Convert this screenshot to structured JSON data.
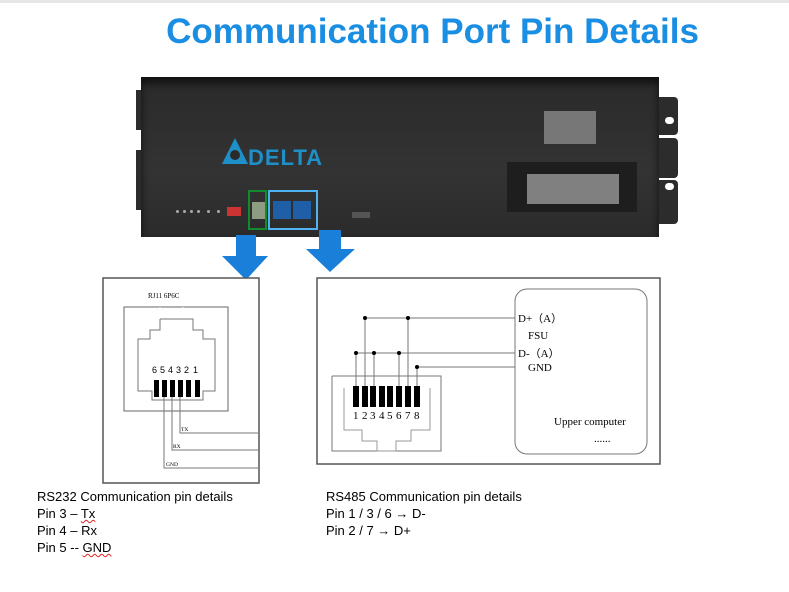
{
  "title": "Communication Port Pin Details",
  "device": {
    "brand": "DELTA"
  },
  "colors": {
    "title": "#1a8ee2",
    "arrow": "#1a7fd8",
    "rs232_highlight": "#138a2c",
    "rs485_highlight": "#4eb3f0"
  },
  "rs232_diagram": {
    "connector_label": "RJ11 6P6C",
    "pin_numbers": [
      "6",
      "5",
      "4",
      "3",
      "2",
      "1"
    ],
    "signals": [
      "TX",
      "RX",
      "GND"
    ]
  },
  "rs485_diagram": {
    "pin_numbers": [
      "1",
      "2",
      "3",
      "4",
      "5",
      "6",
      "7",
      "8"
    ],
    "d_plus": "D+（A）",
    "fsu": "FSU",
    "d_minus": "D-（A）",
    "gnd": "GND",
    "upper_computer": "Upper computer",
    "ellipsis": "......"
  },
  "rs232_notes": {
    "heading": "RS232 Communication pin details",
    "pin3_prefix": "Pin 3 – ",
    "pin3_signal": "Tx",
    "pin4": "Pin 4 – Rx",
    "pin5_prefix": "Pin 5 -- ",
    "pin5_signal": "GND"
  },
  "rs485_notes": {
    "heading": "RS485 Communication pin details",
    "line1": "Pin 1 / 3 / 6 → D-",
    "line2": "Pin 2 / 7 → D+"
  }
}
